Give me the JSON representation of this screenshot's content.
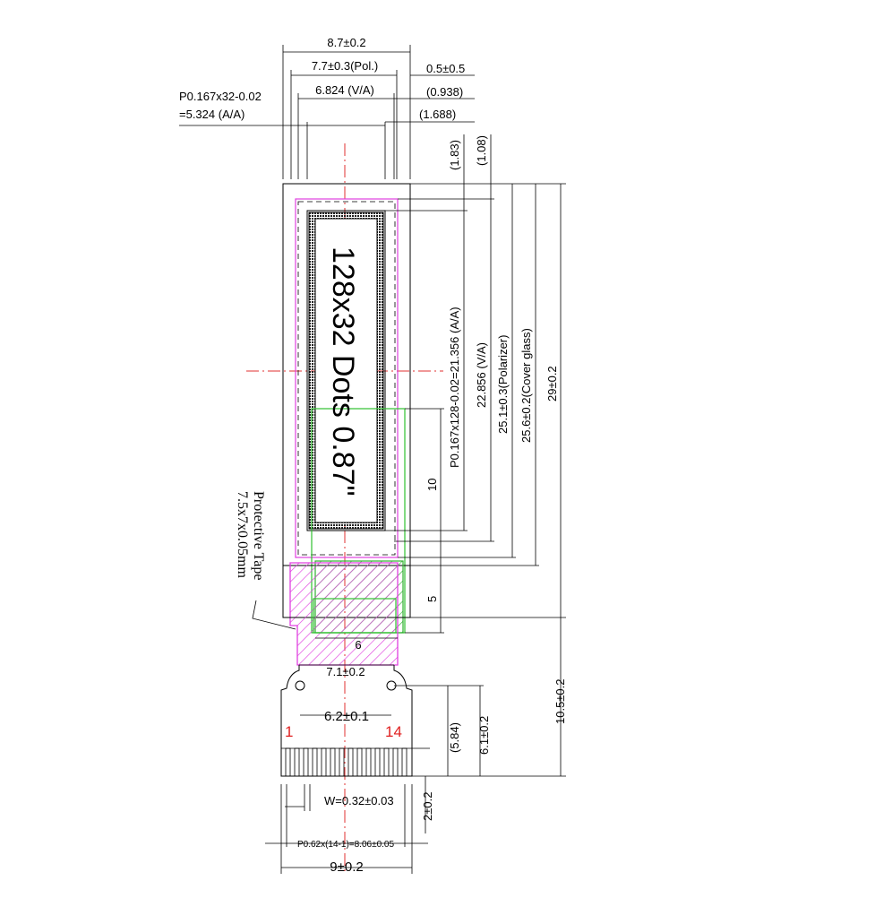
{
  "dims": {
    "width_8_7": "8.7±0.2",
    "pol_7_7": "7.7±0.3(Pol.)",
    "va_6_824": "6.824 (V/A)",
    "right_0_5": "0.5±0.5",
    "right_0_938": "(0.938)",
    "right_1_688": "(1.688)",
    "aa_pitch_line1": "P0.167x32-0.02",
    "aa_pitch_line2": "=5.324 (A/A)",
    "top_1_83": "(1.83)",
    "top_1_08": "(1.08)",
    "aa_len": "P0.167x128-0.02=21.356 (A/A)",
    "va_len": "22.856 (V/A)",
    "pol_len": "25.1±0.3(Polarizer)",
    "cover_len": "25.6±0.2(Cover glass)",
    "total_len": "29±0.2",
    "ten": "10",
    "five": "5",
    "six": "6",
    "fpc_7_1": "7.1±0.2",
    "fpc_6_2": "6.2±0.1",
    "fpc_5_84": "(5.84)",
    "fpc_6_1": "6.1±0.2",
    "fpc_10_5": "10.5±0.2",
    "pin_w": "W=0.32±0.03",
    "pin_2": "2±0.2",
    "pin_pitch": "P0.62x(14-1)=8.06±0.05",
    "fpc_9": "9±0.2"
  },
  "display_label": "128x32 Dots 0.87\"",
  "pins": {
    "first": "1",
    "last": "14"
  },
  "tape": {
    "line1": "Protective Tape",
    "line2": "7.5x7x0.05mm"
  }
}
